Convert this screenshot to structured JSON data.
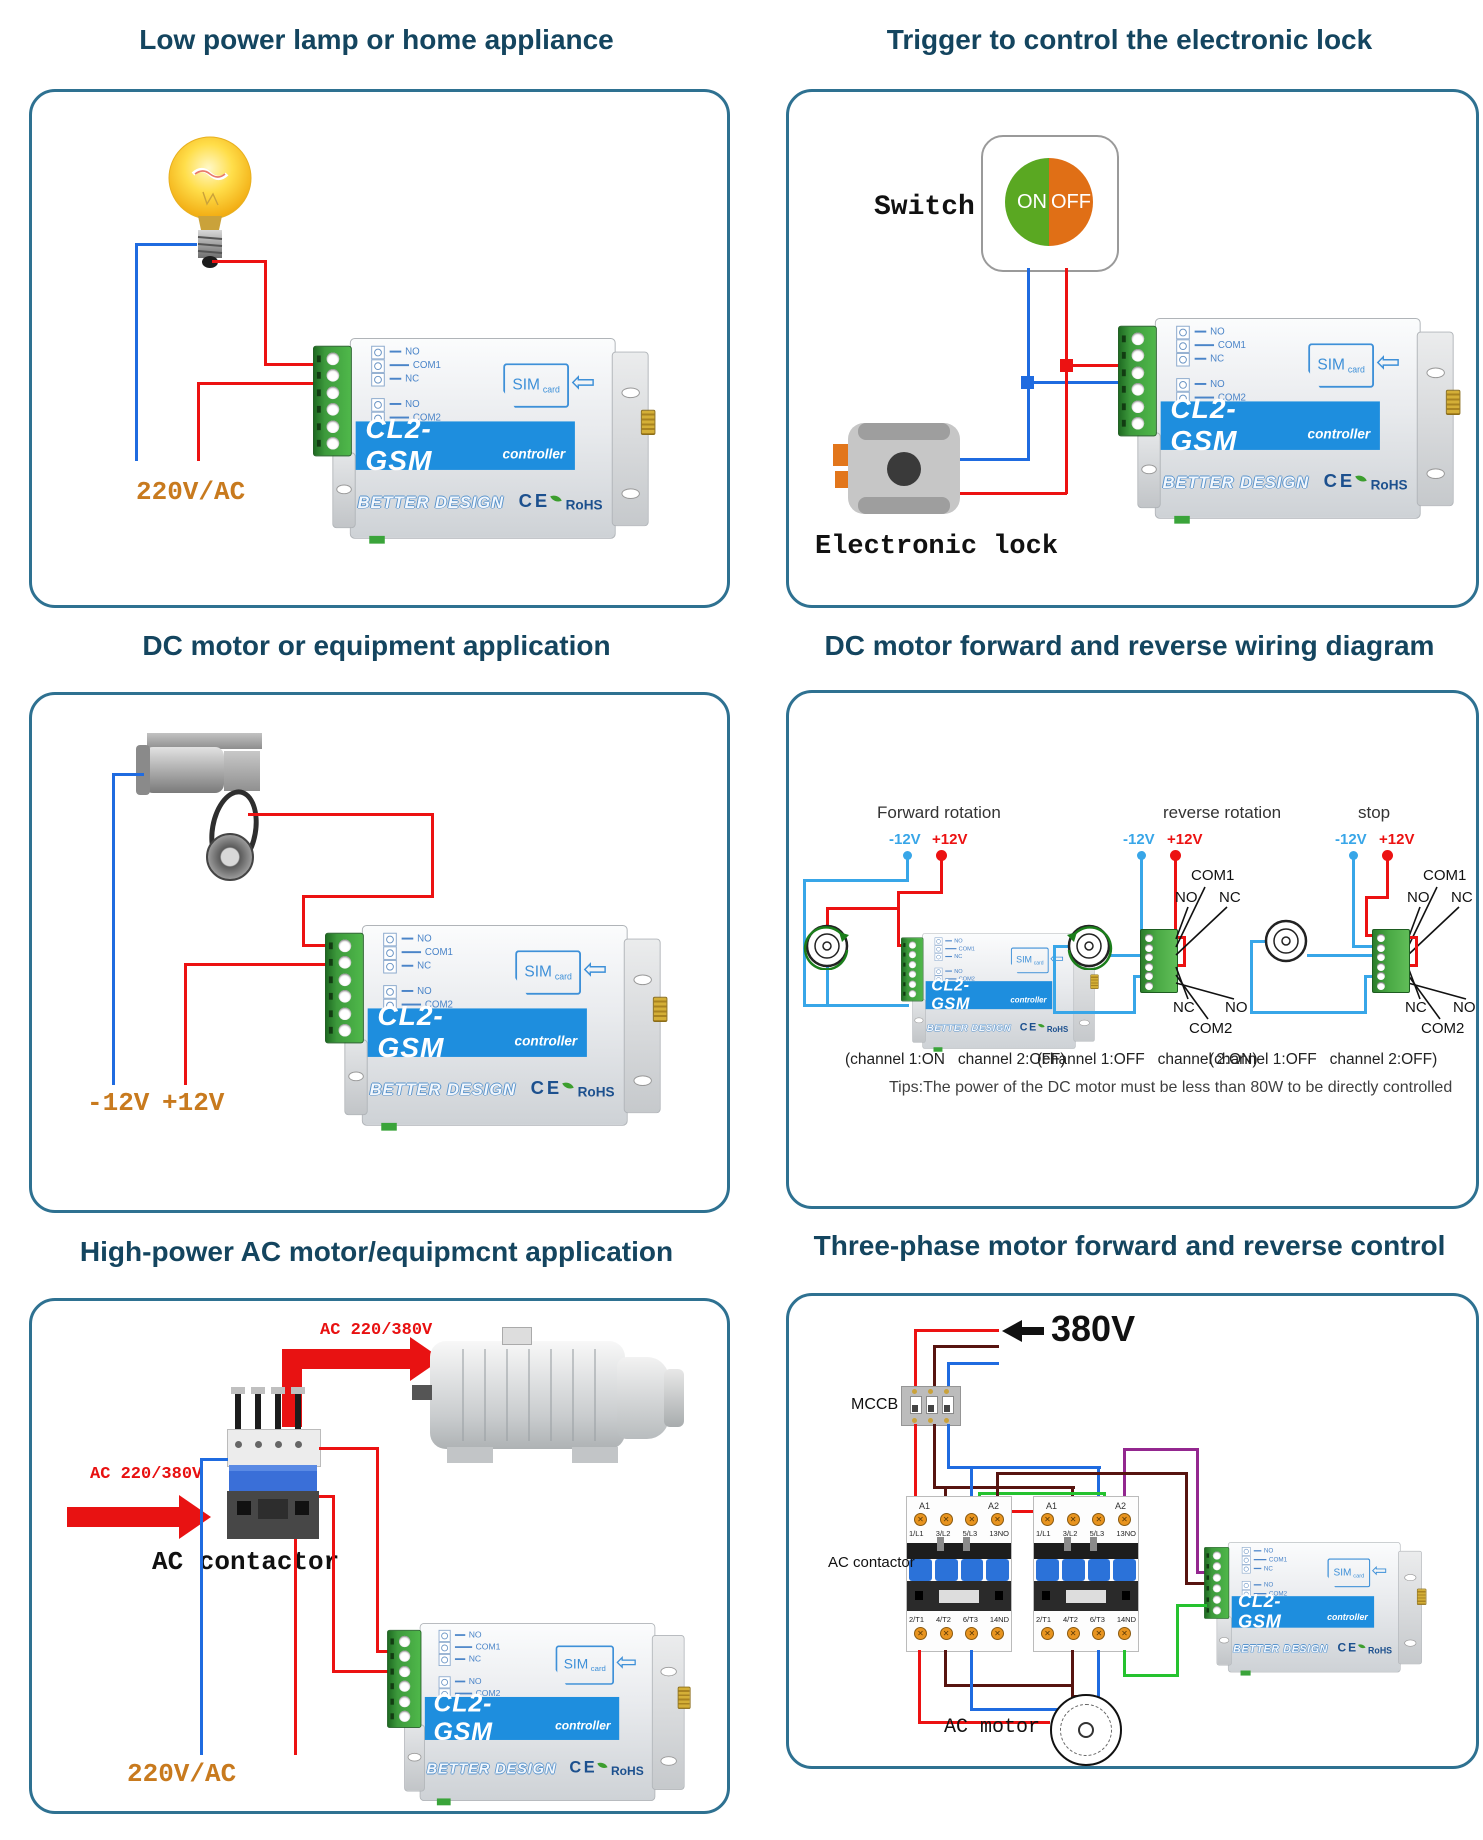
{
  "colors": {
    "panel_border": "#2e7191",
    "title": "#14455f",
    "wire_red": "#ec1212",
    "wire_blue": "#1f6be0",
    "wire_sky": "#38a6e8",
    "wire_maroon": "#571410",
    "wire_green": "#25c22f",
    "wire_purple": "#93278f",
    "label_orange": "#c87a1e",
    "band_blue": "#1e8ede",
    "terminal_green": "#3d9a3c",
    "switch_on": "#5aa822",
    "switch_off": "#e06f16"
  },
  "controller": {
    "model": "CL2-GSM",
    "type_label": "controller",
    "sim": "SIM",
    "sim_sub": "card",
    "brand": "BETTER DESIGN",
    "ce": "CE",
    "rohs": "RoHS",
    "relay1": [
      "NO",
      "COM1",
      "NC"
    ],
    "relay2": [
      "NO",
      "COM2",
      "NC"
    ]
  },
  "panels": [
    {
      "id": "lamp",
      "title": "Low power lamp or home appliance",
      "labels": {
        "supply": "220V/AC"
      }
    },
    {
      "id": "lock",
      "title": "Trigger to control the electronic lock",
      "labels": {
        "switch": "Switch",
        "on": "ON",
        "off": "OFF",
        "lock": "Electronic lock"
      }
    },
    {
      "id": "dcmotor",
      "title": "DC motor or equipment application",
      "labels": {
        "neg": "-12V",
        "pos": "+12V"
      }
    },
    {
      "id": "dcwiring",
      "title": "DC motor forward and reverse wiring diagram",
      "pin_top": [
        "NO",
        "COM1",
        "NC"
      ],
      "pin_bottom": [
        "NC",
        "COM2",
        "NO"
      ],
      "sub": [
        {
          "name": "Forward rotation",
          "neg": "-12V",
          "pos": "+12V",
          "channels": "(channel 1:ON   channel 2:OFF)"
        },
        {
          "name": "reverse rotation",
          "neg": "-12V",
          "pos": "+12V",
          "channels": "(channel 1:OFF   channel 2:ON)"
        },
        {
          "name": "stop",
          "neg": "-12V",
          "pos": "+12V",
          "channels": "(channel 1:OFF   channel 2:OFF)"
        }
      ],
      "tips": "Tips:The power of the DC motor must be less than 80W to be directly controlled"
    },
    {
      "id": "acmotor",
      "title": "High-power AC motor/equipmcnt application",
      "labels": {
        "ac1": "AC 220/380V",
        "ac2": "AC 220/380V",
        "contactor": "AC contactor",
        "supply": "220V/AC"
      }
    },
    {
      "id": "threephase",
      "title": "Three-phase motor forward and reverse control",
      "labels": {
        "voltage": "380V",
        "mccb": "MCCB",
        "contactor": "AC contactor",
        "motor": "AC motor"
      },
      "coil": [
        "A1",
        "A2"
      ],
      "contactor_top": [
        "1/L1",
        "3/L2",
        "5/L3",
        "13NO"
      ],
      "contactor_bottom": [
        "2/T1",
        "4/T2",
        "6/T3",
        "14ND"
      ]
    }
  ]
}
